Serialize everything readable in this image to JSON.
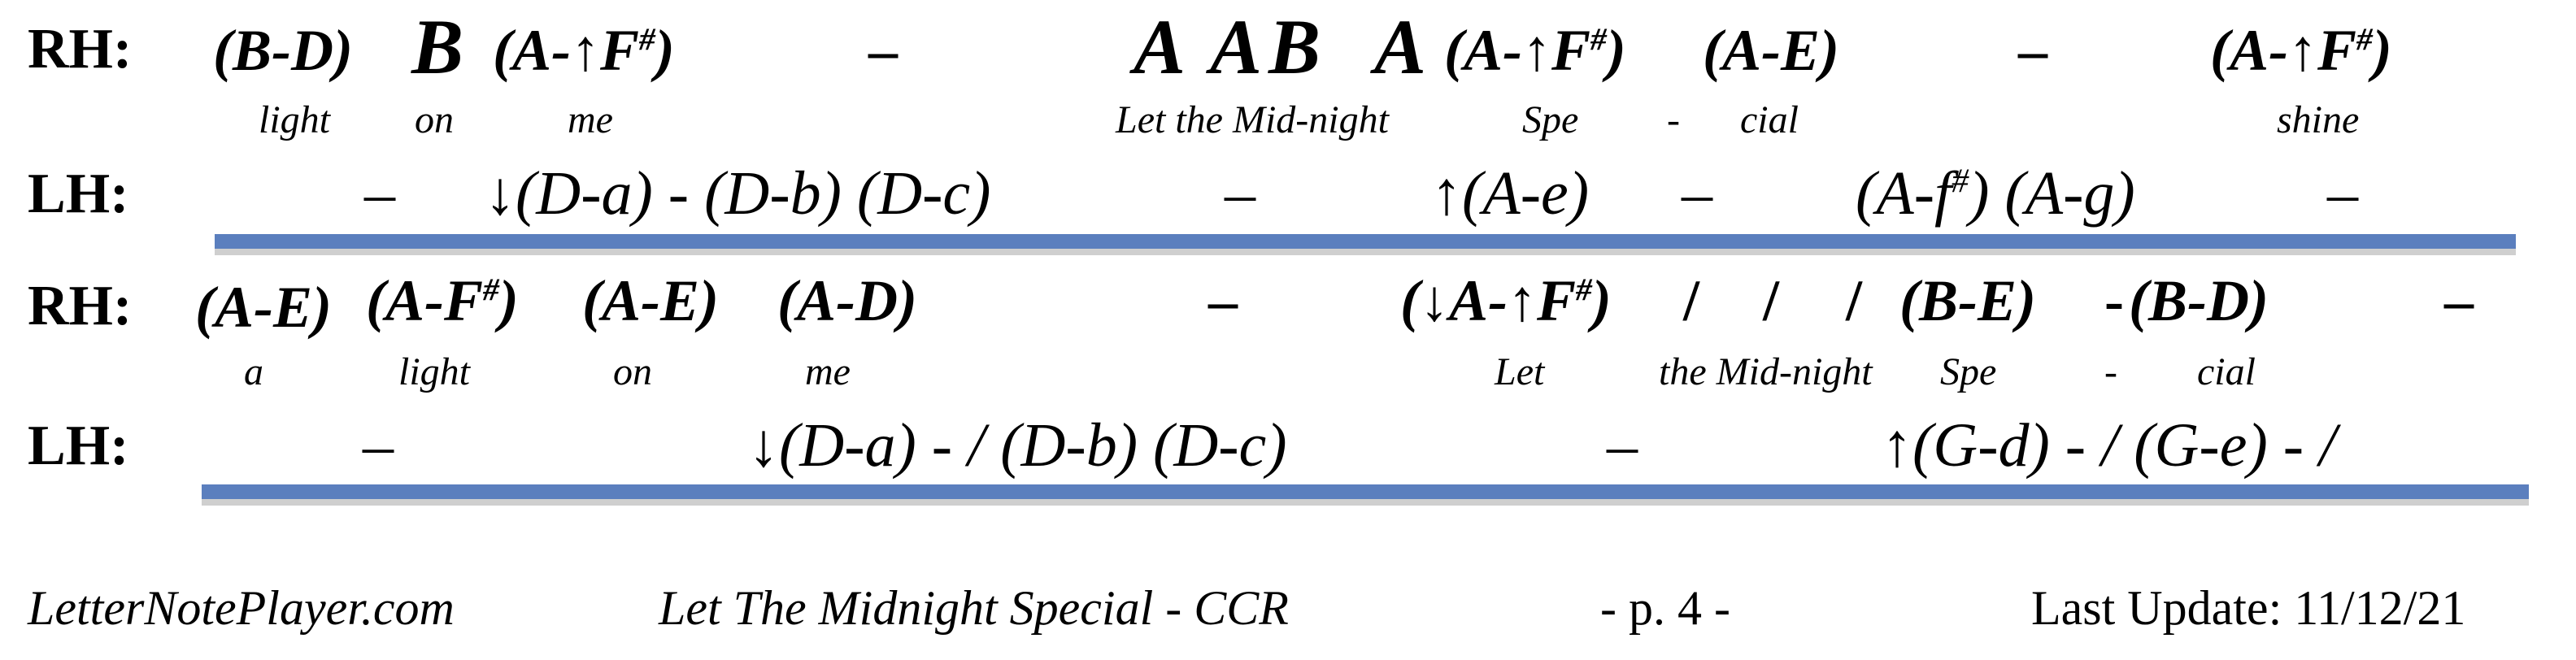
{
  "labels": {
    "rh": "RH:",
    "lh": "LH:"
  },
  "system1": {
    "rh": [
      "(B-D)",
      "B",
      "(A-↑F#)",
      "–",
      "A",
      "A",
      "B",
      "A",
      "(A-↑F#)",
      "(A-E)",
      "–",
      "(A-↑F#)"
    ],
    "lyrics": [
      "light",
      "on",
      "me",
      "Let the Mid-night",
      "Spe",
      "-",
      "cial",
      "shine"
    ],
    "lh": [
      "–",
      "↓(D-a) - (D-b) (D-c)",
      "–",
      "↑(A-e)",
      "–",
      "(A-f#) (A-g)",
      "–"
    ]
  },
  "system2": {
    "rh": [
      "(A-E)",
      "(A-F#)",
      "(A-E)",
      "(A-D)",
      "–",
      "(↓A-↑F#)",
      "/",
      "/",
      "/",
      "(B-E)",
      "-",
      "(B-D)",
      "–"
    ],
    "lyrics": [
      "a",
      "light",
      "on",
      "me",
      "Let",
      "the Mid-night",
      "Spe",
      "-",
      "cial"
    ],
    "lh": [
      "–",
      "↓(D-a) - / (D-b) (D-c)",
      "–",
      "↑(G-d) - / (G-e) - /"
    ]
  },
  "footer": {
    "site": "LetterNotePlayer.com",
    "song": "Let The Midnight Special - CCR",
    "page": "- p.  4 -",
    "update": "Last Update: 11/12/21"
  },
  "colors": {
    "rule": "#5b7fbe",
    "rule_shadow": "#cfcfcf"
  }
}
